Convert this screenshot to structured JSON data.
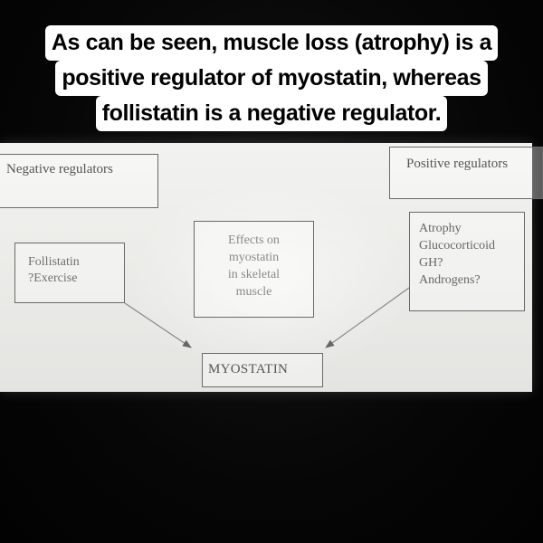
{
  "caption": {
    "lines": [
      "As can be seen, muscle loss (atrophy) is a",
      "positive regulator of myostatin, whereas",
      "follistatin is a negative regulator."
    ]
  },
  "diagram": {
    "negative_header": "Negative regulators",
    "positive_header": "Positive regulators",
    "negative_items": [
      "Follistatin",
      "?Exercise"
    ],
    "center_label": [
      "Effects on",
      "myostatin",
      "in skeletal",
      "muscle"
    ],
    "positive_items": [
      "Atrophy",
      "Glucocorticoid",
      "GH?",
      "Androgens?"
    ],
    "target": "MYOSTATIN"
  }
}
